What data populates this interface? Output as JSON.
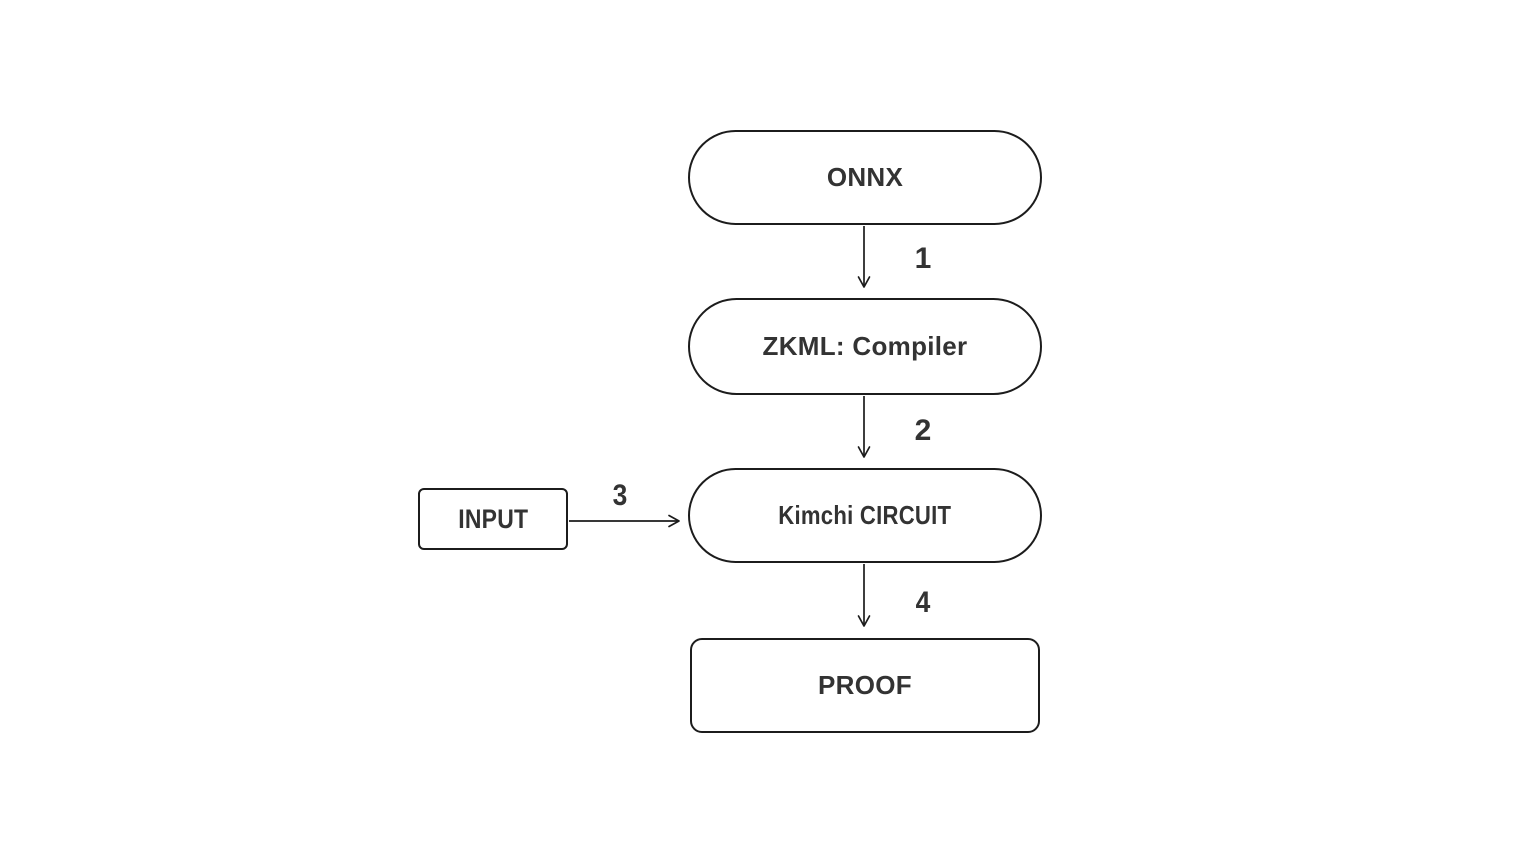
{
  "diagram": {
    "type": "flowchart",
    "colors": {
      "background": "#ffffff",
      "stroke": "#1c1c1c",
      "text": "#333333"
    },
    "nodes": [
      {
        "id": "onnx",
        "label": "ONNX",
        "shape": "stadium"
      },
      {
        "id": "zkml-compiler",
        "label": "ZKML: Compiler",
        "shape": "stadium"
      },
      {
        "id": "kimchi-circuit",
        "label": "Kimchi CIRCUIT",
        "shape": "stadium"
      },
      {
        "id": "input",
        "label": "INPUT",
        "shape": "rectangle"
      },
      {
        "id": "proof",
        "label": "PROOF",
        "shape": "rounded-rectangle"
      }
    ],
    "edges": [
      {
        "from": "onnx",
        "to": "zkml-compiler",
        "label": "1",
        "direction": "down"
      },
      {
        "from": "zkml-compiler",
        "to": "kimchi-circuit",
        "label": "2",
        "direction": "down"
      },
      {
        "from": "input",
        "to": "kimchi-circuit",
        "label": "3",
        "direction": "right"
      },
      {
        "from": "kimchi-circuit",
        "to": "proof",
        "label": "4",
        "direction": "down"
      }
    ]
  }
}
